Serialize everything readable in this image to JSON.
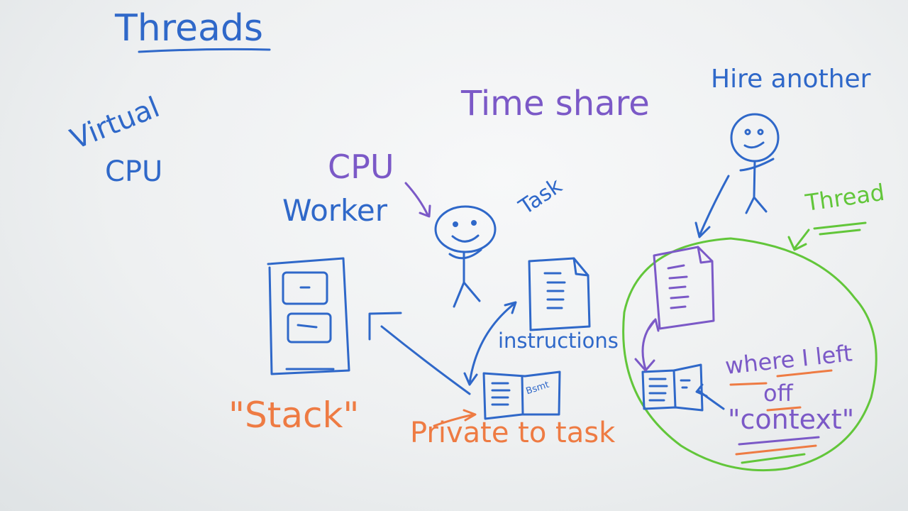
{
  "board": {
    "title": "Threads",
    "virtual_line1": "Virtual",
    "virtual_line2": "CPU",
    "time_share": "Time share",
    "hire_another": "Hire another",
    "cpu_label": "CPU",
    "worker_label": "Worker",
    "task_label": "Task",
    "thread_label": "Thread",
    "instructions_label": "instructions",
    "stack_label": "\"Stack\"",
    "private_label": "Private to task",
    "where_line1": "where I left",
    "where_line2": "off",
    "context_label": "\"context\"",
    "bookmark_text": "Bsmt"
  },
  "colors": {
    "blue": "#2f68c9",
    "purple": "#7b59c7",
    "green": "#62c63a",
    "orange": "#ee7b43"
  }
}
